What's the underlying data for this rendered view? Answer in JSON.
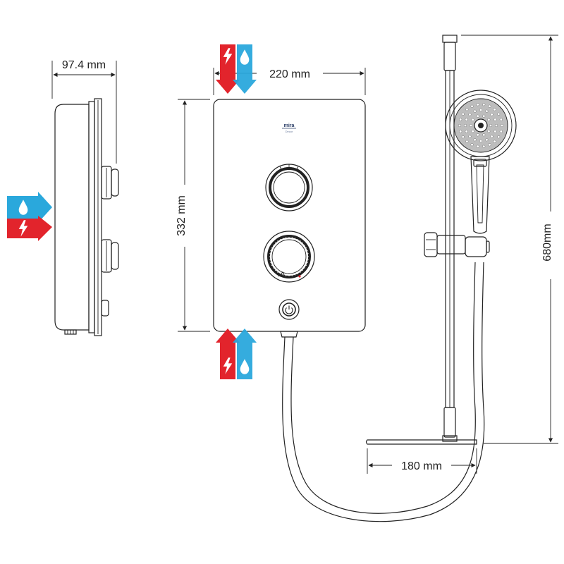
{
  "dimensions": {
    "depth": "97.4 mm",
    "width": "220 mm",
    "height": "332 mm",
    "rail_height": "680mm",
    "soap_dish_width": "180 mm"
  },
  "unit": {
    "brand": "mira",
    "model": "Decor"
  },
  "colors": {
    "hot": "#e2242c",
    "cold": "#2aa8dc",
    "line": "#222222"
  },
  "icons": {
    "top_inlet": "power-water-inlet-icon",
    "left_inlet": "water-power-inlet-icon",
    "bottom_inlet": "power-water-inlet-icon"
  }
}
